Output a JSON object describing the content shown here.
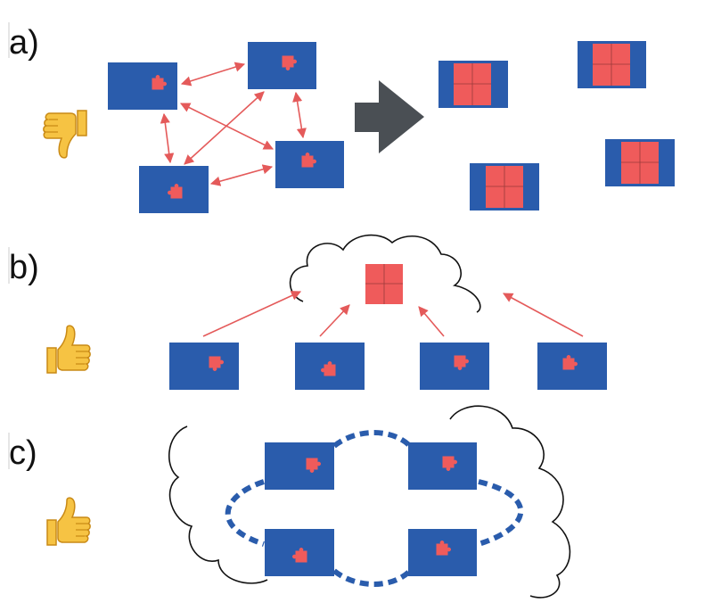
{
  "colors": {
    "node_fill": "#2a5cac",
    "piece_fill": "#ef5b5b",
    "piece_seam": "#9a3a3a",
    "red_arrow": "#e45a5a",
    "big_arrow": "#4a4f54",
    "cloud_stroke": "#111111",
    "ring_dash": "#2a5cac",
    "thumb_fill": "#f6c343",
    "thumb_outline": "#c98a16"
  },
  "panels": [
    {
      "id": "a",
      "label": "a)",
      "thumb": "thumbs-down-icon"
    },
    {
      "id": "b",
      "label": "b)",
      "thumb": "thumbs-up-icon"
    },
    {
      "id": "c",
      "label": "c)",
      "thumb": "thumbs-up-icon"
    }
  ]
}
